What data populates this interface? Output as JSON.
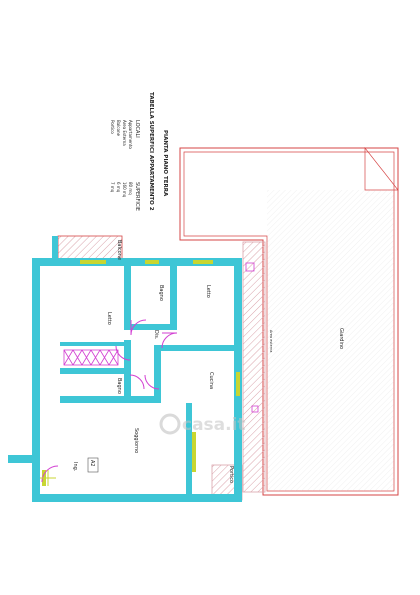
{
  "title_block": {
    "heading_line1": "PIANTA PIANO TERRA",
    "heading_line2": "TABELLA SUPERFICI APPARTAMENTO 2",
    "col_header_left": "LOCALI",
    "col_header_right": "SUPERFICIE",
    "row1": "Appartamento",
    "row2": "Area Esterna",
    "row3": "Balcone",
    "row4": "Portico",
    "val1": "80 mq",
    "val2": "160 mq",
    "val3": "6 mq",
    "val4": "7 mq"
  },
  "rooms": {
    "balcone": "Balcone",
    "bagno": "Bagno",
    "letto_left": "Letto",
    "letto_right": "Letto",
    "disimpegno": "Dis.",
    "bagno2": "Bagno",
    "cucina": "Cucina",
    "soggiorno": "Soggiorno",
    "ingresso": "Ing.",
    "portico": "Portico",
    "giardino": "Giardino",
    "strip": "Area esterna",
    "apt_tag": "A2"
  },
  "watermark": "casa.it",
  "colors": {
    "wall": "#3ec6d6",
    "door_swing": "#d23fd2",
    "door_glass": "#c8d631",
    "boundary": "#d64545",
    "hatch": "#d8a0a8"
  }
}
